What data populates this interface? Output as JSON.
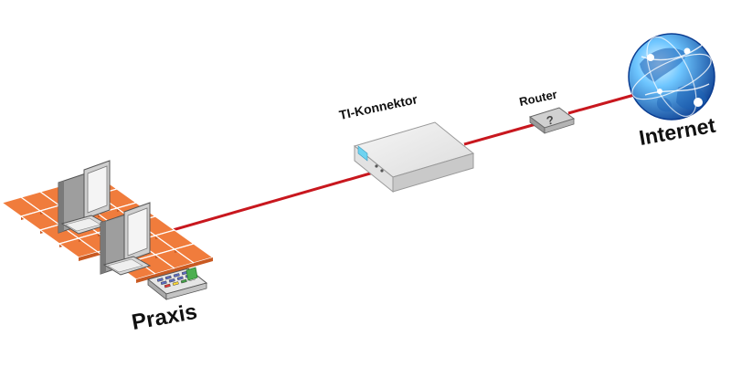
{
  "labels": {
    "konnektor": "TI-Konnektor",
    "router": "Router",
    "internet": "Internet",
    "praxis": "Praxis"
  },
  "icons": {
    "router_glyph": "?",
    "praxis_floor": "orange-tile-floor-icon",
    "workstation": "computer-workstation-icon",
    "card_terminal": "card-terminal-icon",
    "connector_device": "ti-konnektor-box-icon",
    "router_device": "router-icon",
    "globe": "globe-internet-icon"
  },
  "colors": {
    "cable": "#c8171e",
    "tile": "#f07c3c",
    "tile_edge": "#c95a22",
    "device_light": "#eeeeee",
    "device_dark": "#bdbdbd",
    "led": "#6fd3f0",
    "globe_dark": "#0b3d91",
    "globe_light": "#6ec6ff"
  }
}
